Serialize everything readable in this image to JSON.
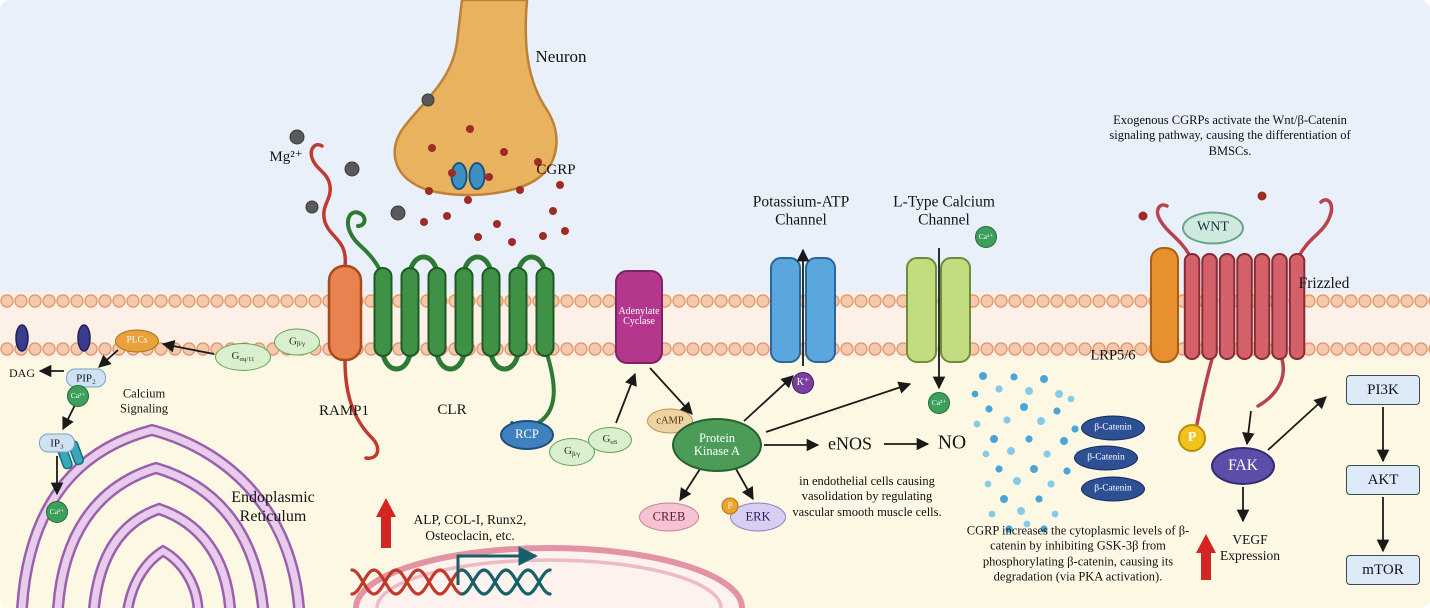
{
  "labels": {
    "neuron": "Neuron",
    "mg": "Mg²⁺",
    "cgrp": "CGRP",
    "ramp1": "RAMP1",
    "clr": "CLR",
    "rcp": "RCP",
    "plcs": "PLCs",
    "dag": "DAG",
    "pip2": "PIP₂",
    "ip3": "IP₃",
    "ca": "Ca²⁺",
    "k_ion": "K⁺",
    "calcium_signaling": "Calcium\nSignaling",
    "endoplasmic_reticulum": "Endoplasmic\nReticulum",
    "adenylate_cyclase": "Adenylate\nCyclase",
    "camp": "cAMP",
    "protein_kinase_a": "Protein\nKinase A",
    "creb": "CREB",
    "erk": "ERK",
    "phosphate": "P",
    "enos": "eNOS",
    "no": "NO",
    "potassium_channel": "Potassium-ATP\nChannel",
    "calcium_channel": "L-Type Calcium\nChannel",
    "wnt": "WNT",
    "frizzled": "Frizzled",
    "lrp56": "LRP5/6",
    "beta_catenin": "β-Catenin",
    "fak": "FAK",
    "pi3k": "PI3K",
    "akt": "AKT",
    "mtor": "mTOR",
    "vegf": "VEGF\nExpression",
    "osteogenic_genes": "ALP, COL-I, Runx2,\nOsteoclacin, etc."
  },
  "g_proteins": {
    "bg": {
      "base": "G",
      "sub": "β/γ"
    },
    "aq11": {
      "base": "G",
      "sub": "αq/11"
    },
    "as": {
      "base": "G",
      "sub": "αS"
    }
  },
  "notes": {
    "wnt": "Exogenous CGRPs activate the Wnt/β-Catenin signaling pathway, causing the differentiation of BMSCs.",
    "enos": "in endothelial cells causing vasolidation by regulating vascular smooth muscle cells.",
    "beta_catenin": "CGRP increases the cytoplasmic levels of β-catenin by inhibiting GSK-3β from phosphorylating β-catenin, causing its degradation (via PKA activation)."
  },
  "colors": {
    "extracellular": "#e9f0fa",
    "cytoplasm": "#fcf8e4",
    "membrane_head": "#f6c9ad",
    "accent_red": "#d42525",
    "clr_green": "#3f9145",
    "frizzled_red": "#d4606a",
    "pka_green": "#4c9c57",
    "catenin_blue": "#2d4f93",
    "adenylate_magenta": "#b5368d"
  }
}
